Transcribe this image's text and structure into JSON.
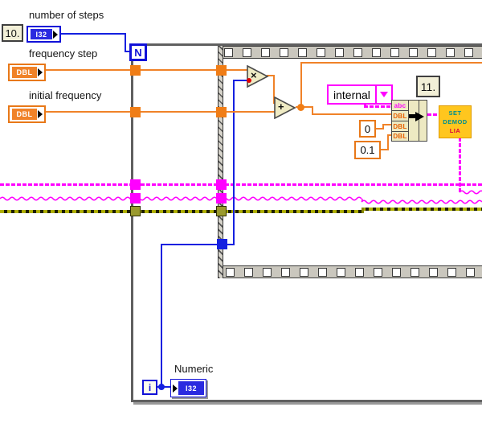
{
  "labels": {
    "number_of_steps": "number of steps",
    "frequency_step": "frequency step",
    "initial_frequency": "initial frequency",
    "numeric": "Numeric",
    "step_10": "10.",
    "step_11": "11."
  },
  "terminals": {
    "i32_control": "I32",
    "dbl_control_1": "DBL",
    "dbl_control_2": "DBL",
    "i32_indicator": "I32",
    "loop_count": "N",
    "loop_iteration": "i"
  },
  "constants": {
    "zero": "0",
    "point_one": "0.1"
  },
  "combo": {
    "value": "internal"
  },
  "functions": {
    "multiply": "×",
    "add": "+"
  },
  "bundle": {
    "rows": [
      "abc",
      "DBL",
      "DBL",
      "DBL"
    ]
  },
  "vi_icon": {
    "line1": "SET",
    "line2": "DEMOD",
    "line3": "LIA"
  },
  "colors": {
    "wire_blue": "#1420e0",
    "wire_orange": "#f08228",
    "wire_magenta": "#ff00ff",
    "wire_error_olive": "#b0b000",
    "node_fill": "#efebc4",
    "vi_icon_fill": "#ffc61e",
    "coercion_dot": "#e00000"
  }
}
